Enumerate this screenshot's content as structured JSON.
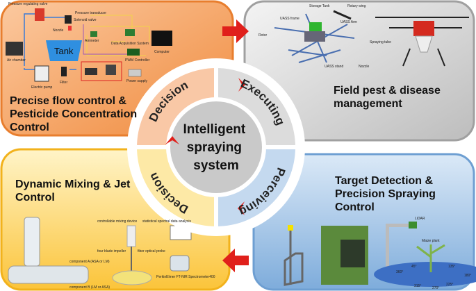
{
  "center": {
    "lines": [
      "Intelligent",
      "spraying",
      "system"
    ]
  },
  "ring": {
    "top_left": "Decision",
    "top_right": "Executing",
    "bottom_right": "Perceiving",
    "bottom_left": "Decision"
  },
  "panels": {
    "top_left": {
      "title_lines": [
        "Precise flow control &",
        "Pesticide Concentration",
        "Control"
      ],
      "labels": {
        "tank": "Tank",
        "pressure_valve": "Pressure regulating valve",
        "transducer": "Pressure transducer",
        "solenoid": "Solenoid valve",
        "nozzle": "Nozzle",
        "ammeter": "Ammeter",
        "daq": "Data Acquisition System",
        "pwm": "PWM Controller",
        "computer": "Computer",
        "air": "Air chamber",
        "filter": "Filter",
        "pump": "Electric pump",
        "power": "Power supply"
      },
      "colors": {
        "bg": "#f6a466",
        "border": "#e87e2e"
      }
    },
    "top_right": {
      "title_lines": [
        "Field pest & disease",
        "management"
      ],
      "labels": {
        "tank": "Storage Tank",
        "wing": "Rotary wing",
        "frame": "UASS frame",
        "arm": "UASS Arm",
        "rotor": "Rotor",
        "tube": "Spraying tube",
        "stand": "UASS stand",
        "nozzle": "Nozzle"
      },
      "colors": {
        "bg": "#d9d9d9",
        "border": "#9e9e9e"
      }
    },
    "bottom_left": {
      "title_lines": [
        "Dynamic Mixing & Jet",
        "Control"
      ],
      "labels": {
        "device": "controllable mixing device",
        "analysis": "statistical spectral data analysis",
        "impeller": "four blade impeller",
        "probe": "fiber optical probe",
        "compA": "component A (ASA or LM)",
        "compB": "component B (LM or ASA)",
        "spectro": "PerkinElmer FT-NIR Spectrometer400"
      },
      "colors": {
        "bg": "#fcd25a",
        "border": "#f2b21c"
      }
    },
    "bottom_right": {
      "title_lines": [
        "Target Detection &",
        "Precision Spraying",
        "Control"
      ],
      "labels": {
        "lidar": "LiDAR",
        "plant": "Maize plant",
        "a45": "45°",
        "a135": "135°",
        "a180": "180°",
        "a225": "225°",
        "a270": "270°",
        "a315": "315°",
        "a360": "360°"
      },
      "colors": {
        "bg": "#a9c8e8",
        "border": "#6e9fd2"
      }
    }
  },
  "arrow_color": "#e0201b"
}
